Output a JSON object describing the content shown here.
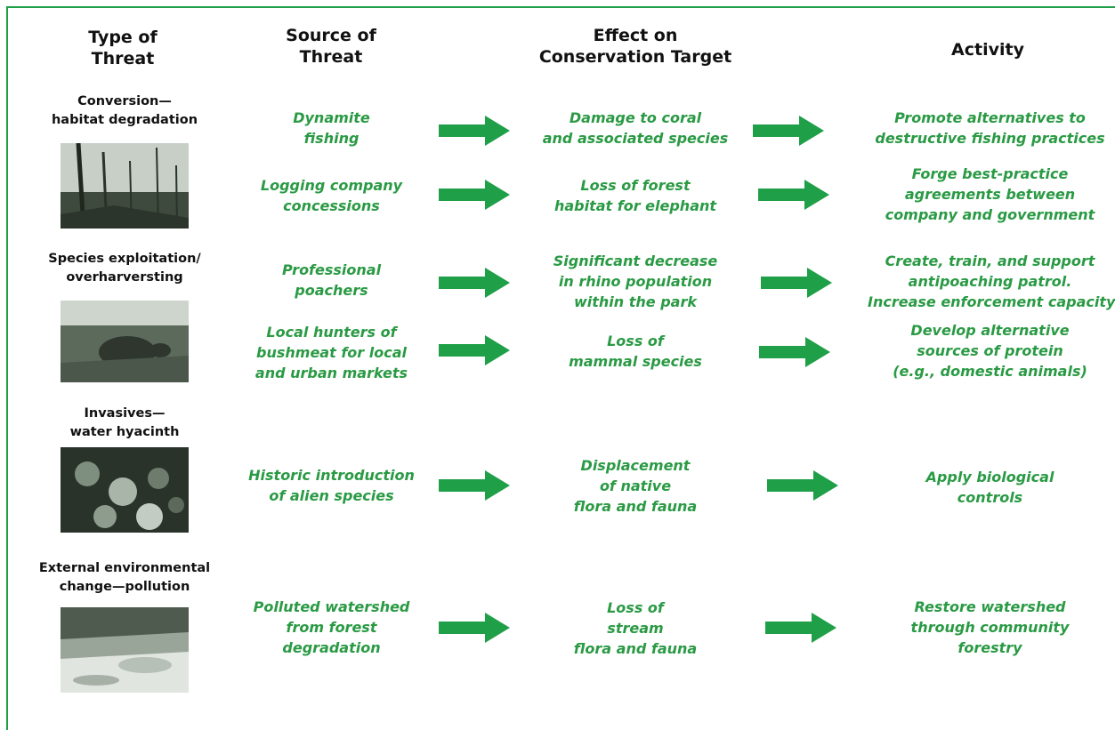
{
  "headers": {
    "type": [
      "Type of",
      "Threat"
    ],
    "source": [
      "Source of",
      "Threat"
    ],
    "effect": [
      "Effect on",
      "Conservation Target"
    ],
    "activity": [
      "Activity"
    ]
  },
  "threat_types": [
    [
      "Conversion—",
      "habitat degradation"
    ],
    [
      "Species exploitation/",
      "overharversting"
    ],
    [
      "Invasives—",
      "water hyacinth"
    ],
    [
      "External environmental",
      "change—pollution"
    ]
  ],
  "rows": [
    {
      "source": [
        "Dynamite",
        "fishing"
      ],
      "effect": [
        "Damage to coral",
        "and associated species"
      ],
      "activity": [
        "Promote alternatives to",
        "destructive fishing practices"
      ]
    },
    {
      "source": [
        "Logging company",
        "concessions"
      ],
      "effect": [
        "Loss of forest",
        "habitat for elephant"
      ],
      "activity": [
        "Forge best-practice",
        "agreements between",
        "company and government"
      ]
    },
    {
      "source": [
        "Professional",
        "poachers"
      ],
      "effect": [
        "Significant decrease",
        "in rhino population",
        "within the park"
      ],
      "activity": [
        "Create, train, and support",
        "antipoaching patrol.",
        "Increase enforcement capacity"
      ]
    },
    {
      "source": [
        "Local hunters of",
        "bushmeat for local",
        "and urban markets"
      ],
      "effect": [
        "Loss of",
        "mammal species"
      ],
      "activity": [
        "Develop alternative",
        "sources of protein",
        "(e.g., domestic animals)"
      ]
    },
    {
      "source": [
        "Historic introduction",
        "of alien species"
      ],
      "effect": [
        "Displacement",
        "of native",
        "flora and fauna"
      ],
      "activity": [
        "Apply biological",
        "controls"
      ]
    },
    {
      "source": [
        "Polluted watershed",
        "from forest",
        "degradation"
      ],
      "effect": [
        "Loss of",
        "stream",
        "flora and fauna"
      ],
      "activity": [
        "Restore watershed",
        "through community",
        "forestry"
      ]
    }
  ],
  "colors": {
    "accent": "#2a9a44",
    "arrow": "#1f9f48",
    "text": "#111111"
  },
  "photos": [
    "forest-clearing-photo",
    "rhino-grass-photo",
    "water-hyacinth-photo",
    "polluted-stream-photo"
  ]
}
